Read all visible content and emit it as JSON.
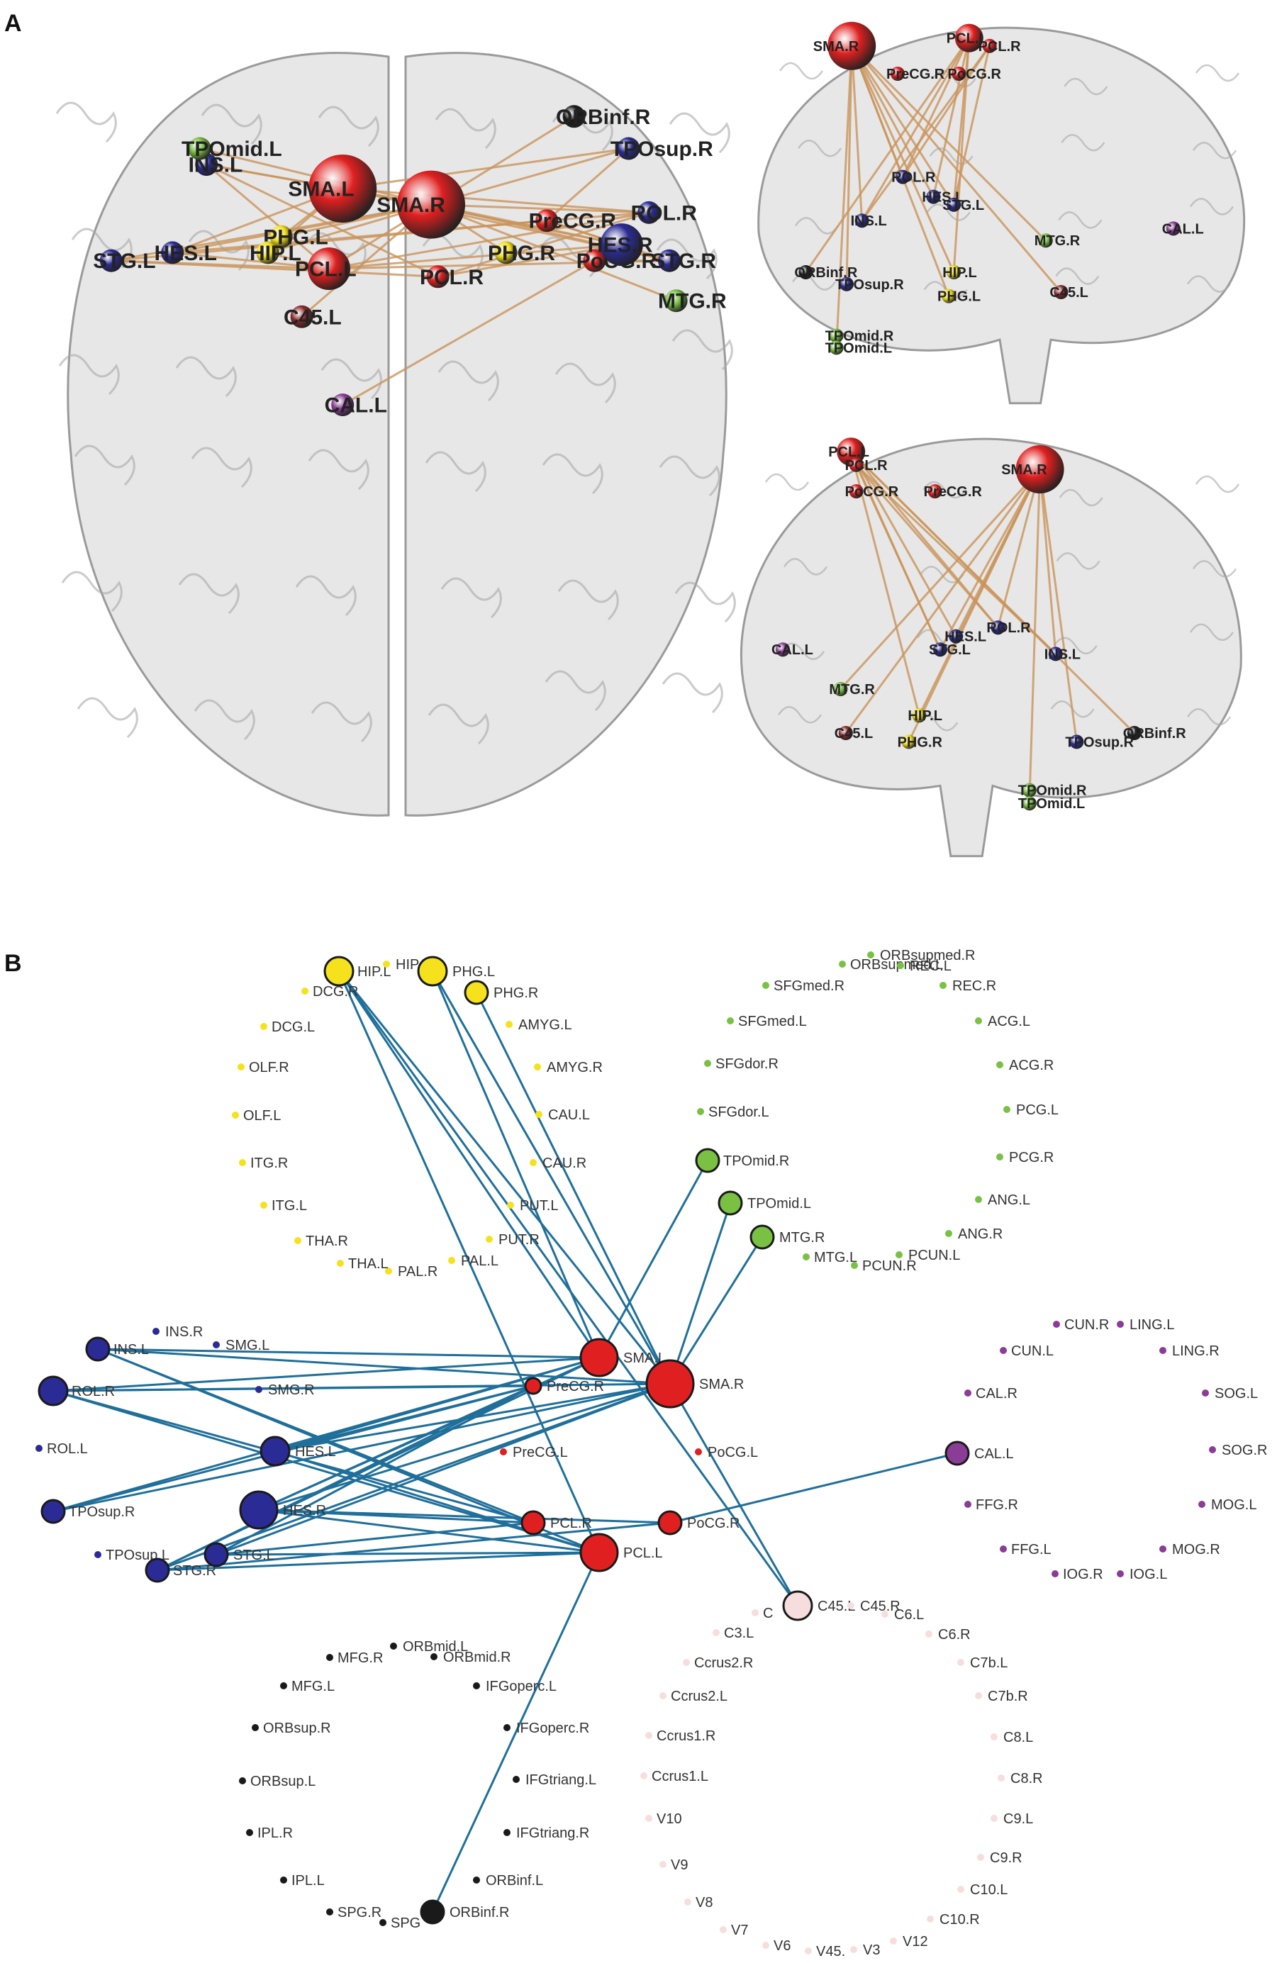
{
  "panels": {
    "a_letter": "A",
    "b_letter": "B"
  },
  "colors": {
    "red": "#e02020",
    "blue": "#2b2b96",
    "yellow": "#f5e21c",
    "green": "#7ac143",
    "purple": "#8a3c96",
    "black": "#1a1a1a",
    "pink": "#f7dede",
    "edge_network": "#1f6f9a",
    "edge_brain": "#c9935a",
    "glass_fill": "#d4d4d4",
    "glass_stroke": "#9a9a9a"
  },
  "brain_views": [
    {
      "view": "axial",
      "nodes": [
        {
          "label": "SMA.L",
          "color": "red",
          "size": 3
        },
        {
          "label": "SMA.R",
          "color": "red",
          "size": 3
        },
        {
          "label": "PCL.L",
          "color": "red",
          "size": 2
        },
        {
          "label": "PCL.R",
          "color": "red",
          "size": 1
        },
        {
          "label": "PreCG.R",
          "color": "red",
          "size": 1
        },
        {
          "label": "PoCG.R",
          "color": "red",
          "size": 1
        },
        {
          "label": "C45.L",
          "color": "brown",
          "size": 1
        },
        {
          "label": "INS.L",
          "color": "blue",
          "size": 1
        },
        {
          "label": "STG.L",
          "color": "blue",
          "size": 1
        },
        {
          "label": "HES.L",
          "color": "blue",
          "size": 1
        },
        {
          "label": "HES.R",
          "color": "blue",
          "size": 2
        },
        {
          "label": "STG.R",
          "color": "blue",
          "size": 1
        },
        {
          "label": "ROL.R",
          "color": "blue",
          "size": 1
        },
        {
          "label": "TPOsup.R",
          "color": "blue",
          "size": 1
        },
        {
          "label": "PHG.L",
          "color": "yellow",
          "size": 1
        },
        {
          "label": "HIP.L",
          "color": "yellow",
          "size": 1
        },
        {
          "label": "PHG.R",
          "color": "yellow",
          "size": 1
        },
        {
          "label": "TPOmid.L",
          "color": "green",
          "size": 1
        },
        {
          "label": "MTG.R",
          "color": "green",
          "size": 1
        },
        {
          "label": "ORBinf.R",
          "color": "black",
          "size": 1
        },
        {
          "label": "CAL.L",
          "color": "purple",
          "size": 1
        }
      ]
    },
    {
      "view": "sagittal-right",
      "nodes": [
        {
          "label": "SMA.R",
          "color": "red",
          "size": 3
        },
        {
          "label": "PCL.L",
          "color": "red",
          "size": 2
        },
        {
          "label": "PCL.R",
          "color": "red",
          "size": 1
        },
        {
          "label": "PreCG.R",
          "color": "red",
          "size": 1
        },
        {
          "label": "PoCG.R",
          "color": "red",
          "size": 1
        },
        {
          "label": "ROL.R",
          "color": "blue",
          "size": 1
        },
        {
          "label": "HES.L",
          "color": "blue",
          "size": 1
        },
        {
          "label": "STG.L",
          "color": "blue",
          "size": 1
        },
        {
          "label": "INS.L",
          "color": "blue",
          "size": 1
        },
        {
          "label": "CAL.L",
          "color": "purple",
          "size": 1
        },
        {
          "label": "MTG.R",
          "color": "green",
          "size": 1
        },
        {
          "label": "ORBinf.R",
          "color": "black",
          "size": 1
        },
        {
          "label": "TPOsup.R",
          "color": "blue",
          "size": 1
        },
        {
          "label": "HIP.L",
          "color": "yellow",
          "size": 1
        },
        {
          "label": "PHG.L",
          "color": "yellow",
          "size": 1
        },
        {
          "label": "C45.L",
          "color": "brown",
          "size": 1
        },
        {
          "label": "TPOmid.R",
          "color": "green",
          "size": 1
        },
        {
          "label": "TPOmid.L",
          "color": "green",
          "size": 1
        }
      ]
    },
    {
      "view": "sagittal-left",
      "nodes": [
        {
          "label": "PCL.L",
          "color": "red",
          "size": 2
        },
        {
          "label": "PCL.R",
          "color": "red",
          "size": 1
        },
        {
          "label": "SMA.R",
          "color": "red",
          "size": 3
        },
        {
          "label": "PoCG.R",
          "color": "red",
          "size": 1
        },
        {
          "label": "PreCG.R",
          "color": "red",
          "size": 1
        },
        {
          "label": "ROL.R",
          "color": "blue",
          "size": 1
        },
        {
          "label": "HES.L",
          "color": "blue",
          "size": 1
        },
        {
          "label": "STG.L",
          "color": "blue",
          "size": 1
        },
        {
          "label": "INS.L",
          "color": "blue",
          "size": 1
        },
        {
          "label": "CAL.L",
          "color": "purple",
          "size": 1
        },
        {
          "label": "MTG.R",
          "color": "green",
          "size": 1
        },
        {
          "label": "HIP.L",
          "color": "yellow",
          "size": 1
        },
        {
          "label": "C45.L",
          "color": "brown",
          "size": 1
        },
        {
          "label": "PHG.R",
          "color": "yellow",
          "size": 1
        },
        {
          "label": "ORBinf.R",
          "color": "black",
          "size": 1
        },
        {
          "label": "TPOsup.R",
          "color": "blue",
          "size": 1
        },
        {
          "label": "TPOmid.R",
          "color": "green",
          "size": 1
        },
        {
          "label": "TPOmid.L",
          "color": "green",
          "size": 1
        }
      ]
    }
  ],
  "network": {
    "groups": [
      {
        "name": "yellow",
        "color": "yellow",
        "nodes": [
          {
            "label": "HIP.L",
            "size": 3
          },
          {
            "label": "HIP.R",
            "size": 0
          },
          {
            "label": "PHG.L",
            "size": 3
          },
          {
            "label": "PHG.R",
            "size": 2
          },
          {
            "label": "AMYG.L",
            "size": 0
          },
          {
            "label": "AMYG.R",
            "size": 0
          },
          {
            "label": "CAU.L",
            "size": 0
          },
          {
            "label": "CAU.R",
            "size": 0
          },
          {
            "label": "PUT.L",
            "size": 0
          },
          {
            "label": "PUT.R",
            "size": 0
          },
          {
            "label": "PAL.L",
            "size": 0
          },
          {
            "label": "PAL.R",
            "size": 0
          },
          {
            "label": "THA.L",
            "size": 0
          },
          {
            "label": "THA.R",
            "size": 0
          },
          {
            "label": "ITG.L",
            "size": 0
          },
          {
            "label": "ITG.R",
            "size": 0
          },
          {
            "label": "OLF.L",
            "size": 0
          },
          {
            "label": "OLF.R",
            "size": 0
          },
          {
            "label": "DCG.L",
            "size": 0
          },
          {
            "label": "DCG.R",
            "size": 0
          }
        ]
      },
      {
        "name": "green",
        "color": "green",
        "nodes": [
          {
            "label": "ORBsupmed.R",
            "size": 0
          },
          {
            "label": "ORBsupmed.L",
            "size": 0
          },
          {
            "label": "REC.L",
            "size": 0
          },
          {
            "label": "REC.R",
            "size": 0
          },
          {
            "label": "ACG.L",
            "size": 0
          },
          {
            "label": "ACG.R",
            "size": 0
          },
          {
            "label": "PCG.L",
            "size": 0
          },
          {
            "label": "PCG.R",
            "size": 0
          },
          {
            "label": "ANG.L",
            "size": 0
          },
          {
            "label": "ANG.R",
            "size": 0
          },
          {
            "label": "PCUN.L",
            "size": 0
          },
          {
            "label": "PCUN.R",
            "size": 0
          },
          {
            "label": "MTG.L",
            "size": 0
          },
          {
            "label": "MTG.R",
            "size": 2
          },
          {
            "label": "TPOmid.L",
            "size": 2
          },
          {
            "label": "TPOmid.R",
            "size": 2
          },
          {
            "label": "SFGdor.L",
            "size": 0
          },
          {
            "label": "SFGdor.R",
            "size": 0
          },
          {
            "label": "SFGmed.L",
            "size": 0
          },
          {
            "label": "SFGmed.R",
            "size": 0
          }
        ]
      },
      {
        "name": "purple",
        "color": "purple",
        "nodes": [
          {
            "label": "CUN.R",
            "size": 0
          },
          {
            "label": "LING.L",
            "size": 0
          },
          {
            "label": "CUN.L",
            "size": 0
          },
          {
            "label": "LING.R",
            "size": 0
          },
          {
            "label": "CAL.R",
            "size": 0
          },
          {
            "label": "SOG.L",
            "size": 0
          },
          {
            "label": "CAL.L",
            "size": 2
          },
          {
            "label": "SOG.R",
            "size": 0
          },
          {
            "label": "FFG.R",
            "size": 0
          },
          {
            "label": "MOG.L",
            "size": 0
          },
          {
            "label": "FFG.L",
            "size": 0
          },
          {
            "label": "MOG.R",
            "size": 0
          },
          {
            "label": "IOG.R",
            "size": 0
          },
          {
            "label": "IOG.L",
            "size": 0
          }
        ]
      },
      {
        "name": "pink",
        "color": "pink",
        "nodes": [
          {
            "label": "C45.L",
            "size": 3
          },
          {
            "label": "C45.R",
            "size": 0
          },
          {
            "label": "C6.L",
            "size": 0
          },
          {
            "label": "C6.R",
            "size": 0
          },
          {
            "label": "C7b.L",
            "size": 0
          },
          {
            "label": "C7b.R",
            "size": 0
          },
          {
            "label": "C8.L",
            "size": 0
          },
          {
            "label": "C8.R",
            "size": 0
          },
          {
            "label": "C9.L",
            "size": 0
          },
          {
            "label": "C9.R",
            "size": 0
          },
          {
            "label": "C10.L",
            "size": 0
          },
          {
            "label": "C10.R",
            "size": 0
          },
          {
            "label": "V12",
            "size": 0
          },
          {
            "label": "V3",
            "size": 0
          },
          {
            "label": "V45.",
            "size": 0
          },
          {
            "label": "V6",
            "size": 0
          },
          {
            "label": "V7",
            "size": 0
          },
          {
            "label": "V8",
            "size": 0
          },
          {
            "label": "V9",
            "size": 0
          },
          {
            "label": "V10",
            "size": 0
          },
          {
            "label": "Ccrus1.L",
            "size": 0
          },
          {
            "label": "Ccrus1.R",
            "size": 0
          },
          {
            "label": "Ccrus2.L",
            "size": 0
          },
          {
            "label": "Ccrus2.R",
            "size": 0
          },
          {
            "label": "C3.L",
            "size": 0
          },
          {
            "label": "C",
            "size": 0
          }
        ]
      },
      {
        "name": "black",
        "color": "black",
        "nodes": [
          {
            "label": "ORBmid.L",
            "size": 0
          },
          {
            "label": "ORBmid.R",
            "size": 0
          },
          {
            "label": "MFG.R",
            "size": 0
          },
          {
            "label": "MFG.L",
            "size": 0
          },
          {
            "label": "IFGoperc.L",
            "size": 0
          },
          {
            "label": "IFGoperc.R",
            "size": 0
          },
          {
            "label": "ORBsup.R",
            "size": 0
          },
          {
            "label": "ORBsup.L",
            "size": 0
          },
          {
            "label": "IFGtriang.L",
            "size": 0
          },
          {
            "label": "IFGtriang.R",
            "size": 0
          },
          {
            "label": "IPL.R",
            "size": 0
          },
          {
            "label": "IPL.L",
            "size": 0
          },
          {
            "label": "ORBinf.L",
            "size": 0
          },
          {
            "label": "ORBinf.R",
            "size": 2
          },
          {
            "label": "SPG.R",
            "size": 0
          },
          {
            "label": "SPG",
            "size": 0
          }
        ]
      },
      {
        "name": "blue",
        "color": "blue",
        "nodes": [
          {
            "label": "INS.L",
            "size": 2
          },
          {
            "label": "INS.R",
            "size": 0
          },
          {
            "label": "SMG.L",
            "size": 0
          },
          {
            "label": "ROL.R",
            "size": 3
          },
          {
            "label": "SMG.R",
            "size": 0
          },
          {
            "label": "ROL.L",
            "size": 0
          },
          {
            "label": "HES.L",
            "size": 3
          },
          {
            "label": "HES.R",
            "size": 4
          },
          {
            "label": "TPOsup.R",
            "size": 2
          },
          {
            "label": "TPOsup.L",
            "size": 0
          },
          {
            "label": "STG.R",
            "size": 2
          },
          {
            "label": "STG.L",
            "size": 2
          }
        ]
      },
      {
        "name": "red",
        "color": "red",
        "nodes": [
          {
            "label": "SMA.L",
            "size": 4
          },
          {
            "label": "SMA.R",
            "size": 5
          },
          {
            "label": "PreCG.R",
            "size": 1
          },
          {
            "label": "PreCG.L",
            "size": 0
          },
          {
            "label": "PoCG.L",
            "size": 0
          },
          {
            "label": "PoCG.R",
            "size": 2
          },
          {
            "label": "PCL.R",
            "size": 2
          },
          {
            "label": "PCL.L",
            "size": 4
          }
        ]
      }
    ],
    "edges": [
      [
        "SMA.L",
        "HIP.L"
      ],
      [
        "SMA.L",
        "PHG.L"
      ],
      [
        "SMA.L",
        "TPOmid.R"
      ],
      [
        "SMA.L",
        "INS.L"
      ],
      [
        "SMA.L",
        "ROL.R"
      ],
      [
        "SMA.L",
        "HES.L"
      ],
      [
        "SMA.L",
        "HES.R"
      ],
      [
        "SMA.L",
        "STG.R"
      ],
      [
        "SMA.L",
        "TPOsup.R"
      ],
      [
        "SMA.R",
        "HIP.L"
      ],
      [
        "SMA.R",
        "PHG.L"
      ],
      [
        "SMA.R",
        "PHG.R"
      ],
      [
        "SMA.R",
        "TPOmid.L"
      ],
      [
        "SMA.R",
        "MTG.R"
      ],
      [
        "SMA.R",
        "INS.L"
      ],
      [
        "SMA.R",
        "ROL.R"
      ],
      [
        "SMA.R",
        "HES.L"
      ],
      [
        "SMA.R",
        "HES.R"
      ],
      [
        "SMA.R",
        "STG.R"
      ],
      [
        "SMA.R",
        "STG.L"
      ],
      [
        "SMA.R",
        "TPOsup.R"
      ],
      [
        "SMA.R",
        "C45.L"
      ],
      [
        "PCL.L",
        "HIP.L"
      ],
      [
        "PCL.L",
        "INS.L"
      ],
      [
        "PCL.L",
        "ROL.R"
      ],
      [
        "PCL.L",
        "HES.L"
      ],
      [
        "PCL.L",
        "HES.R"
      ],
      [
        "PCL.L",
        "STG.R"
      ],
      [
        "PCL.L",
        "STG.L"
      ],
      [
        "PCL.L",
        "ORBinf.R"
      ],
      [
        "PCL.R",
        "ROL.R"
      ],
      [
        "PCL.R",
        "HES.R"
      ],
      [
        "PCL.R",
        "STG.L"
      ],
      [
        "PCL.R",
        "INS.L"
      ],
      [
        "PoCG.R",
        "CAL.L"
      ],
      [
        "PoCG.R",
        "HES.R"
      ],
      [
        "PoCG.R",
        "STG.R"
      ],
      [
        "PreCG.R",
        "HES.L"
      ],
      [
        "PreCG.R",
        "HES.R"
      ],
      [
        "PreCG.R",
        "STG.R"
      ],
      [
        "PreCG.R",
        "STG.L"
      ],
      [
        "PreCG.R",
        "TPOsup.R"
      ],
      [
        "PreCG.R",
        "ROL.R"
      ],
      [
        "HIP.L",
        "C45.L"
      ]
    ]
  }
}
